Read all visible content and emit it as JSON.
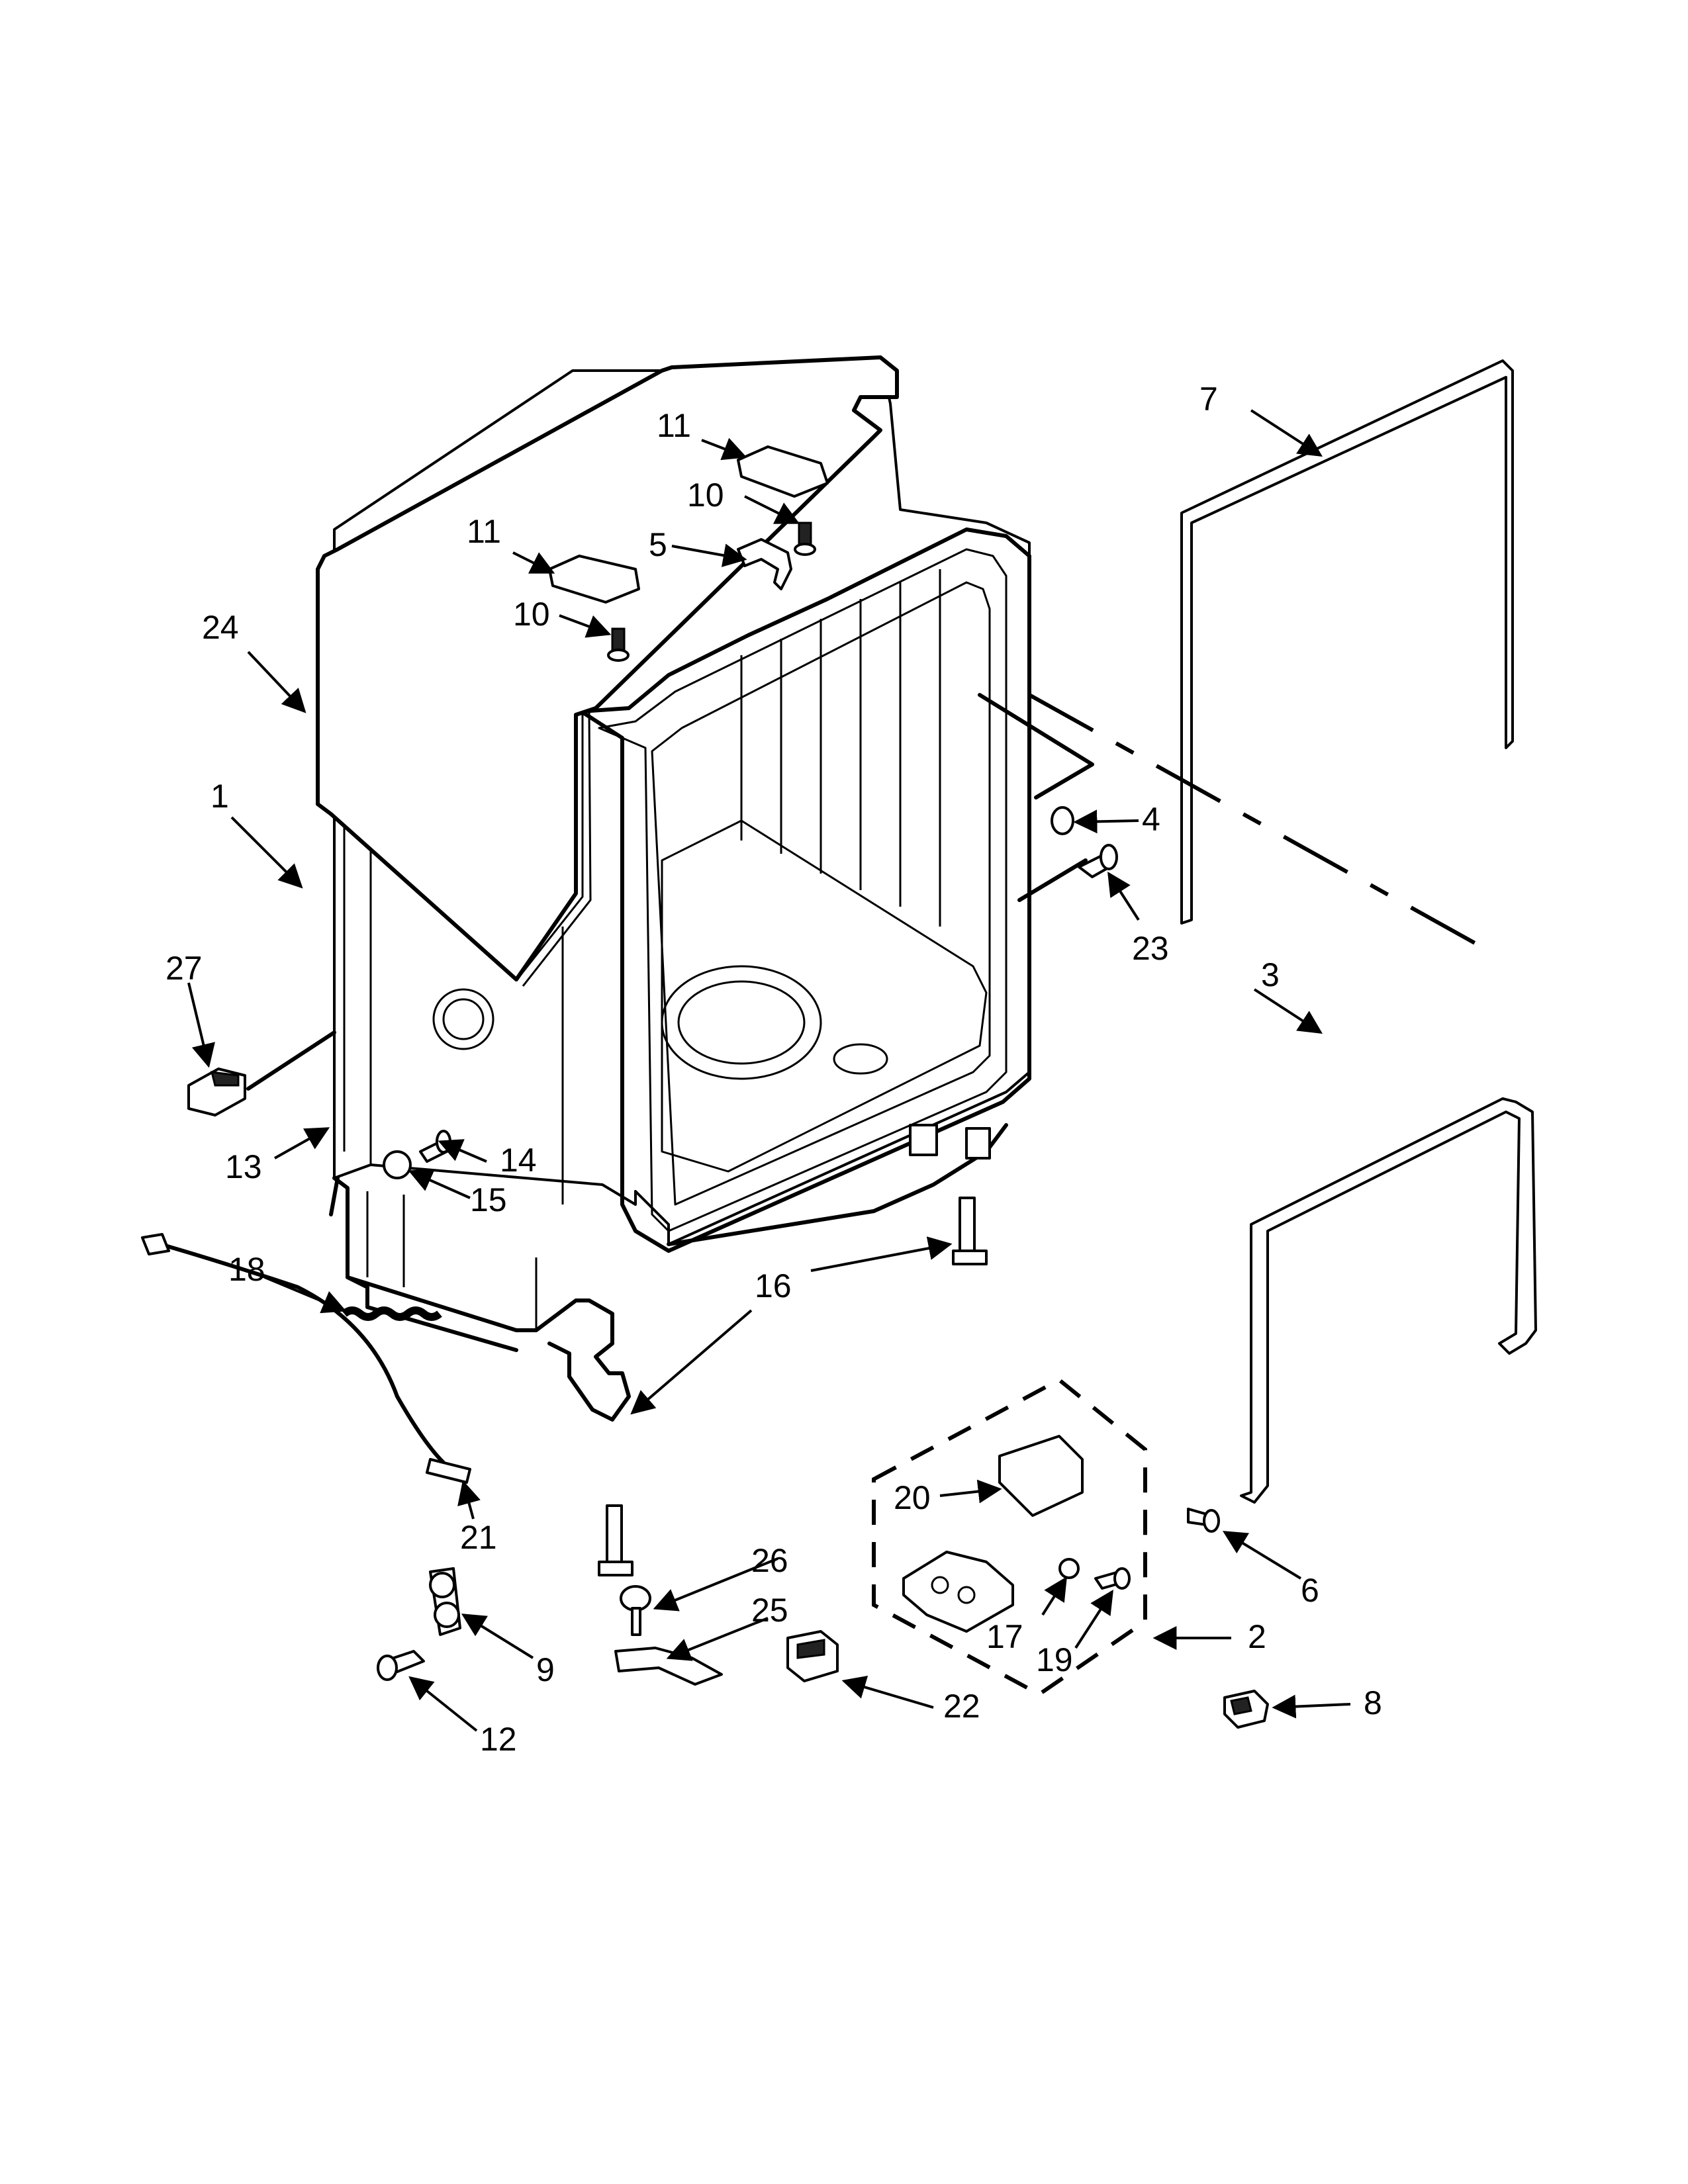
{
  "diagram": {
    "type": "exploded-parts-view",
    "callouts": [
      "1",
      "2",
      "3",
      "4",
      "5",
      "6",
      "7",
      "8",
      "9",
      "10",
      "10",
      "11",
      "11",
      "12",
      "13",
      "14",
      "15",
      "16",
      "17",
      "18",
      "19",
      "20",
      "21",
      "22",
      "23",
      "24",
      "25",
      "26",
      "27"
    ]
  },
  "labels": {
    "p1": "1",
    "p2": "2",
    "p3": "3",
    "p4": "4",
    "p5": "5",
    "p6": "6",
    "p7": "7",
    "p8": "8",
    "p9": "9",
    "p10a": "10",
    "p10b": "10",
    "p11a": "11",
    "p11b": "11",
    "p12": "12",
    "p13": "13",
    "p14": "14",
    "p15": "15",
    "p16": "16",
    "p17": "17",
    "p18": "18",
    "p19": "19",
    "p20": "20",
    "p21": "21",
    "p22": "22",
    "p23": "23",
    "p24": "24",
    "p25": "25",
    "p26": "26",
    "p27": "27"
  }
}
